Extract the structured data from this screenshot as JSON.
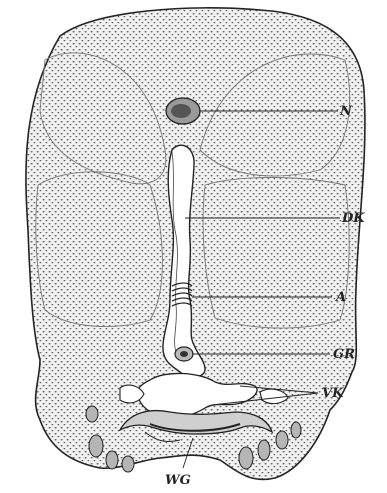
{
  "colors": {
    "paper": "#ffffff",
    "ink": "#222222",
    "tissue": "#f1f1f1",
    "stipple": "#3a3a3a"
  },
  "labels": {
    "N": "N",
    "DK": "DK",
    "A": "A",
    "GR": "GR",
    "VK": "VK",
    "WG": "WG"
  }
}
